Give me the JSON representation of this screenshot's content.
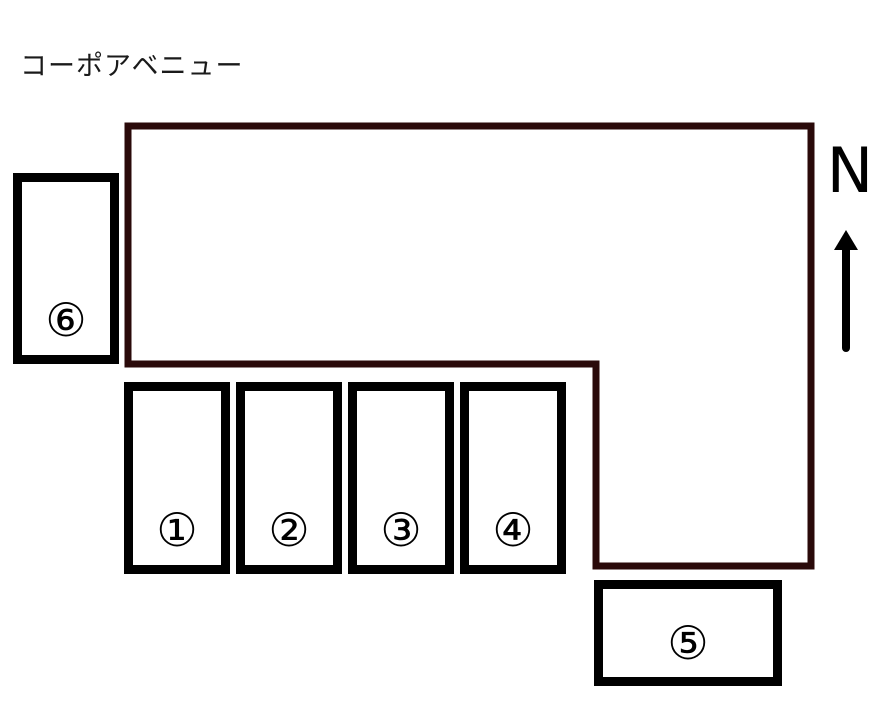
{
  "title": "コーポアベニュー",
  "compass": {
    "label": "N",
    "direction": "up"
  },
  "building": {
    "outline_color": "#2a0a0a",
    "shape": "L-shaped"
  },
  "parking_slots": [
    {
      "id": 1,
      "label": "①"
    },
    {
      "id": 2,
      "label": "②"
    },
    {
      "id": 3,
      "label": "③"
    },
    {
      "id": 4,
      "label": "④"
    },
    {
      "id": 5,
      "label": "⑤"
    },
    {
      "id": 6,
      "label": "⑥"
    }
  ]
}
